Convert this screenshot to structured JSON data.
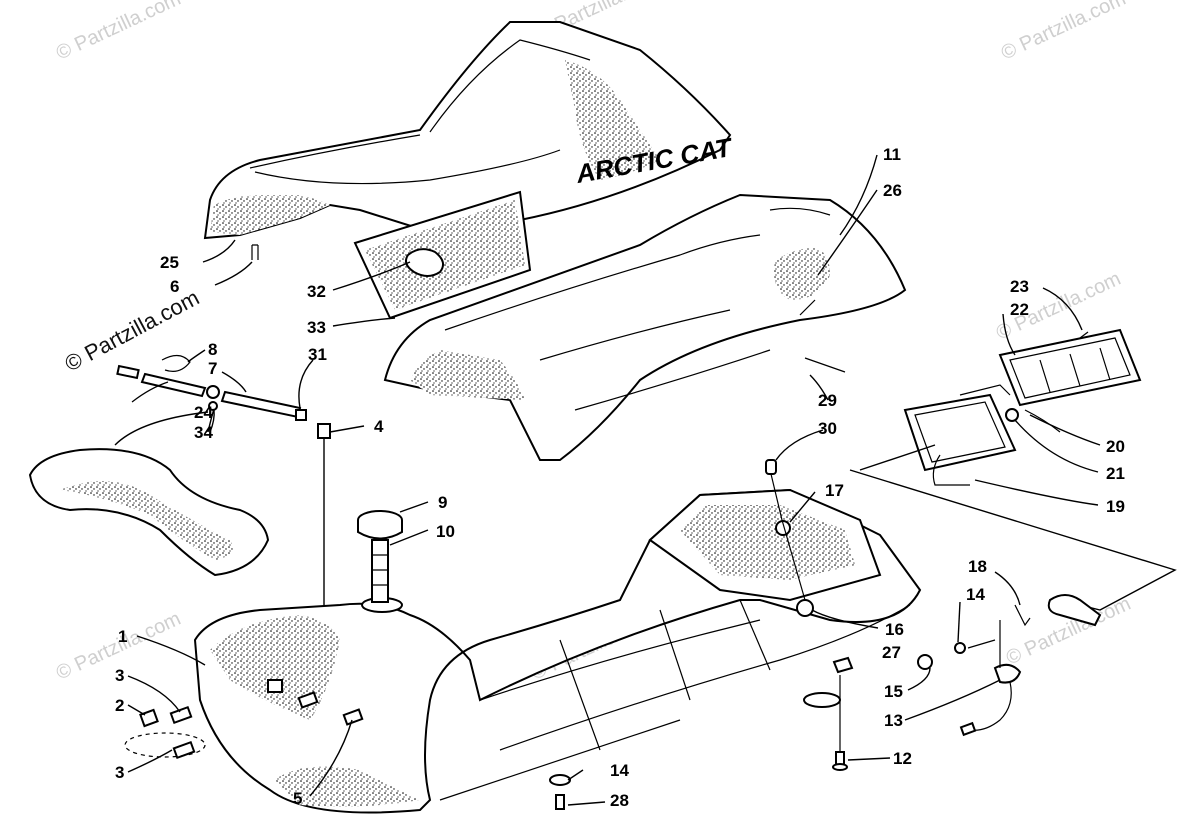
{
  "brand_text": "ARCTIC CAT",
  "watermark_text": "© Partzilla.com",
  "callouts": [
    {
      "id": "c1",
      "text": "1"
    },
    {
      "id": "c2",
      "text": "2"
    },
    {
      "id": "c3a",
      "text": "3"
    },
    {
      "id": "c3b",
      "text": "3"
    },
    {
      "id": "c4",
      "text": "4"
    },
    {
      "id": "c5",
      "text": "5"
    },
    {
      "id": "c6",
      "text": "6"
    },
    {
      "id": "c7",
      "text": "7"
    },
    {
      "id": "c8",
      "text": "8"
    },
    {
      "id": "c9",
      "text": "9"
    },
    {
      "id": "c10",
      "text": "10"
    },
    {
      "id": "c11",
      "text": "11"
    },
    {
      "id": "c12",
      "text": "12"
    },
    {
      "id": "c13",
      "text": "13"
    },
    {
      "id": "c14a",
      "text": "14"
    },
    {
      "id": "c14b",
      "text": "14"
    },
    {
      "id": "c15",
      "text": "15"
    },
    {
      "id": "c16",
      "text": "16"
    },
    {
      "id": "c17",
      "text": "17"
    },
    {
      "id": "c18",
      "text": "18"
    },
    {
      "id": "c19",
      "text": "19"
    },
    {
      "id": "c20",
      "text": "20"
    },
    {
      "id": "c21",
      "text": "21"
    },
    {
      "id": "c22",
      "text": "22"
    },
    {
      "id": "c23",
      "text": "23"
    },
    {
      "id": "c24",
      "text": "24"
    },
    {
      "id": "c25",
      "text": "25"
    },
    {
      "id": "c26",
      "text": "26"
    },
    {
      "id": "c27",
      "text": "27"
    },
    {
      "id": "c28",
      "text": "28"
    },
    {
      "id": "c29",
      "text": "29"
    },
    {
      "id": "c30",
      "text": "30"
    },
    {
      "id": "c31",
      "text": "31"
    },
    {
      "id": "c32",
      "text": "32"
    },
    {
      "id": "c33",
      "text": "33"
    },
    {
      "id": "c34",
      "text": "34"
    }
  ]
}
